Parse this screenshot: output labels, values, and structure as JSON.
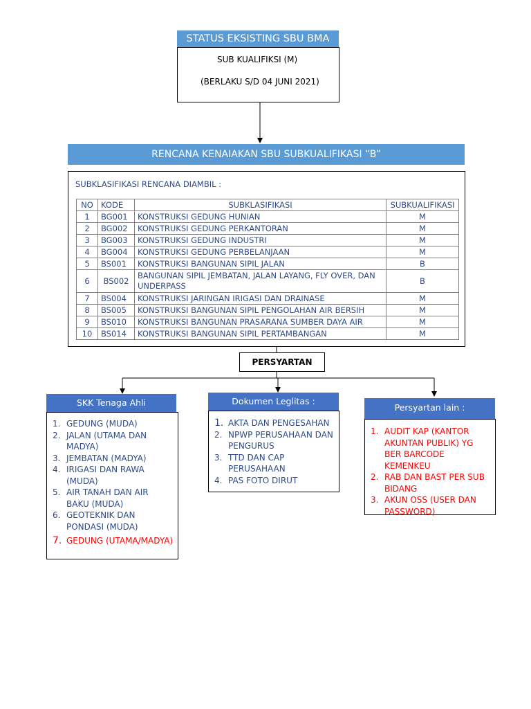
{
  "status": {
    "title": "STATUS EKSISTING  SBU BMA",
    "line1": "SUB KUALIFIKSI (M)",
    "line2": "(BERLAKU S/D 04 JUNI 2021)"
  },
  "plan": {
    "title": "RENCANA KENAIAKAN SBU SUBKUALIFIKASI “B”",
    "intro": "SUBKLASIFIKASI RENCANA DIAMBIL :",
    "headers": [
      "NO",
      "KODE",
      "SUBKLASIFIKASI",
      "SUBKUALIFIKASI"
    ],
    "rows": [
      {
        "no": "1",
        "kode": "BG001",
        "sub": "KONSTRUKSI GEDUNG HUNIAN",
        "kual": "M"
      },
      {
        "no": "2",
        "kode": "BG002",
        "sub": "KONSTRUKSI GEDUNG PERKANTORAN",
        "kual": "M"
      },
      {
        "no": "3",
        "kode": "BG003",
        "sub": "KONSTRUKSI GEDUNG INDUSTRI",
        "kual": "M"
      },
      {
        "no": "4",
        "kode": "BG004",
        "sub": "KONSTRUKSI GEDUNG PERBELANJAAN",
        "kual": "M"
      },
      {
        "no": "5",
        "kode": "BS001",
        "sub": "KONSTRUKSI BANGUNAN SIPIL JALAN",
        "kual": "B"
      },
      {
        "no": "6",
        "kode": "BS002",
        "sub": "BANGUNAN SIPIL JEMBATAN, JALAN LAYANG, FLY OVER, DAN UNDERPASS",
        "kual": "B"
      },
      {
        "no": "7",
        "kode": "BS004",
        "sub": "KONSTRUKSI JARINGAN IRIGASI DAN DRAINASE",
        "kual": "M"
      },
      {
        "no": "8",
        "kode": "BS005",
        "sub": "KONSTRUKSI BANGUNAN SIPIL PENGOLAHAN AIR BERSIH",
        "kual": "M"
      },
      {
        "no": "9",
        "kode": "BS010",
        "sub": "KONSTRUKSI BANGUNAN PRASARANA SUMBER DAYA AIR",
        "kual": "M"
      },
      {
        "no": "10",
        "kode": "BS014",
        "sub": "KONSTRUKSI BANGUNAN SIPIL PERTAMBANGAN",
        "kual": "M"
      }
    ]
  },
  "requirements": {
    "label": "PERSYARTAN",
    "skk": {
      "title": "SKK Tenaga Ahli",
      "items": [
        {
          "n": "1.",
          "text": "GEDUNG (MUDA)"
        },
        {
          "n": "2.",
          "text": "JALAN (UTAMA DAN MADYA)"
        },
        {
          "n": "3.",
          "text": "JEMBATAN (MADYA)"
        },
        {
          "n": "4.",
          "text": "IRIGASI DAN RAWA (MUDA)"
        },
        {
          "n": "5.",
          "text": "AIR TANAH DAN AIR BAKU (MUDA)"
        },
        {
          "n": "6.",
          "text": "GEOTEKNIK DAN PONDASI (MUDA)"
        },
        {
          "n": "7.",
          "text": "GEDUNG (UTAMA/MADYA)"
        }
      ]
    },
    "dokumen": {
      "title": "Dokumen Leglitas :",
      "items": [
        {
          "n": "1.",
          "text": "AKTA DAN PENGESAHAN"
        },
        {
          "n": "2.",
          "text": "NPWP PERUSAHAAN DAN PENGURUS"
        },
        {
          "n": "3.",
          "text": "TTD DAN CAP PERUSAHAAN"
        },
        {
          "n": "4.",
          "text": "PAS FOTO DIRUT"
        }
      ]
    },
    "lain": {
      "title": "Persyartan lain :",
      "items": [
        {
          "n": "1.",
          "text": "AUDIT KAP (KANTOR AKUNTAN PUBLIK) YG BER BARCODE KEMENKEU"
        },
        {
          "n": "2.",
          "text": "RAB DAN BAST PER SUB BIDANG"
        },
        {
          "n": "3.",
          "text": "AKUN OSS (USER DAN PASSWORD)"
        }
      ]
    }
  }
}
